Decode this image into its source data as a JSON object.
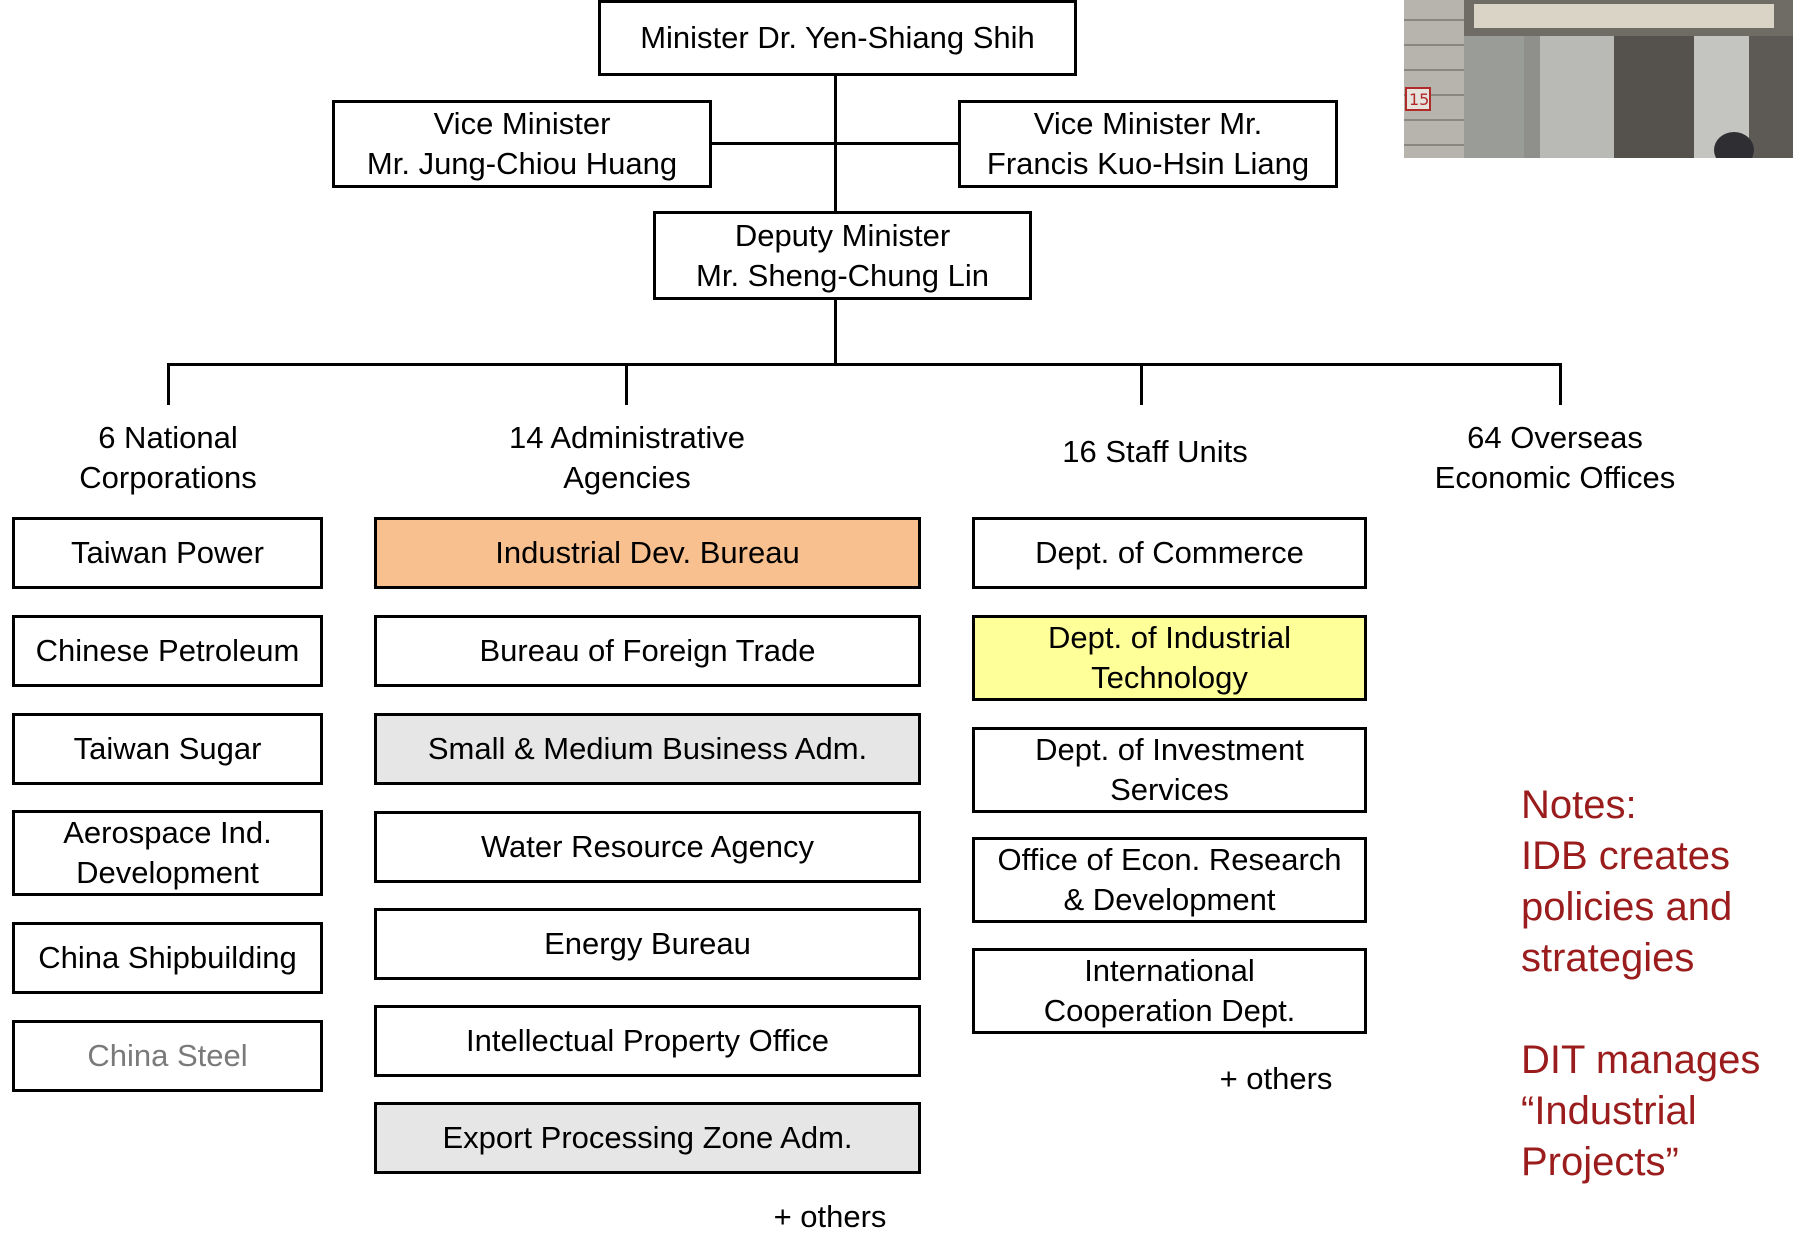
{
  "top": {
    "minister": "Minister Dr. Yen-Shiang Shih",
    "vice_left": [
      "Vice Minister",
      "Mr. Jung-Chiou Huang"
    ],
    "vice_right": [
      "Vice Minister Mr.",
      "Francis Kuo-Hsin Liang"
    ],
    "deputy": [
      "Deputy Minister",
      "Mr. Sheng-Chung Lin"
    ]
  },
  "categories": {
    "corporations": [
      "6 National",
      "Corporations"
    ],
    "agencies": [
      "14 Administrative",
      "Agencies"
    ],
    "staff": "16 Staff Units",
    "overseas": [
      "64 Overseas",
      "Economic Offices"
    ]
  },
  "corporations": [
    "Taiwan Power",
    "Chinese Petroleum",
    "Taiwan Sugar",
    [
      "Aerospace Ind.",
      "Development"
    ],
    "China Shipbuilding",
    "China Steel"
  ],
  "agencies": [
    "Industrial Dev. Bureau",
    "Bureau of Foreign Trade",
    "Small & Medium Business Adm.",
    "Water Resource Agency",
    "Energy Bureau",
    "Intellectual Property Office",
    "Export Processing Zone Adm."
  ],
  "staff_units": [
    "Dept. of Commerce",
    [
      "Dept. of Industrial",
      "Technology"
    ],
    [
      "Dept. of Investment",
      "Services"
    ],
    [
      "Office of Econ. Research",
      "& Development"
    ],
    [
      "International",
      "Cooperation Dept."
    ]
  ],
  "others_staff": "+ others",
  "others_agencies": "+ others",
  "notes": {
    "lines1": [
      "Notes:",
      "IDB creates",
      "policies and",
      "strategies"
    ],
    "lines2": [
      "DIT manages",
      "“Industrial",
      "Projects”"
    ]
  },
  "colors": {
    "highlight_idb": "#f9c08f",
    "highlight_dit": "#ffff99",
    "gray_box": "#e6e6e6",
    "notes_text": "#9b1c1c"
  }
}
